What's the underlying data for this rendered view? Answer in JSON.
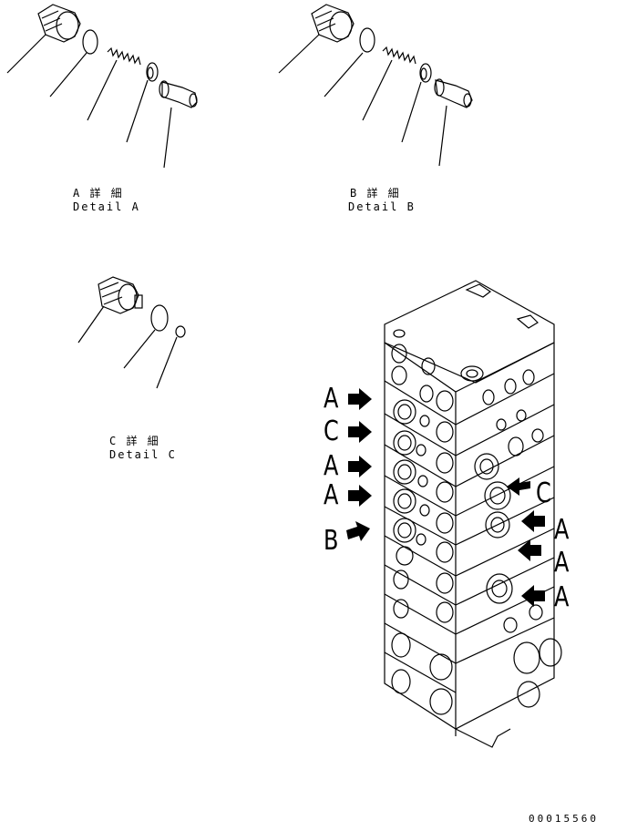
{
  "details": {
    "a": {
      "jp": "A 詳 細",
      "en": "Detail A"
    },
    "b": {
      "jp": "B 詳 細",
      "en": "Detail B"
    },
    "c": {
      "jp": "C 詳 細",
      "en": "Detail C"
    }
  },
  "callouts_left": [
    "A",
    "C",
    "A",
    "A",
    "B"
  ],
  "callouts_right": [
    "C",
    "A",
    "A",
    "A"
  ],
  "drawing_number": "00015560"
}
